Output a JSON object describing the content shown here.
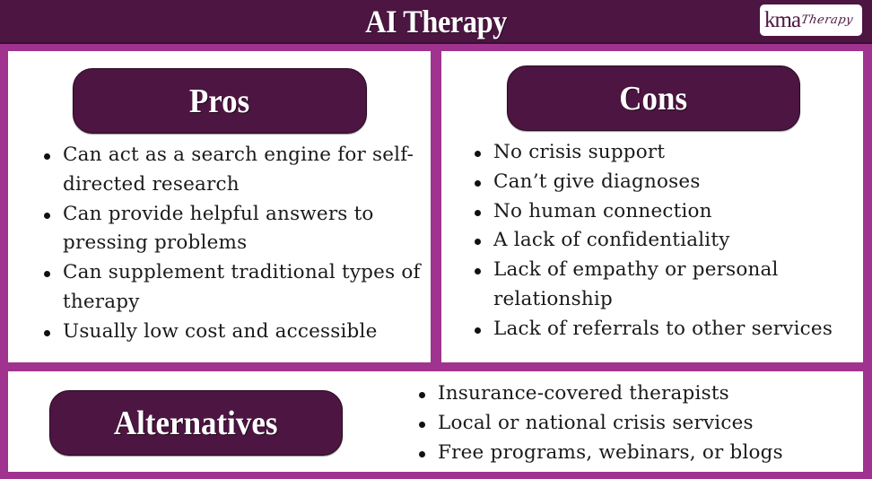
{
  "header": {
    "title": "AI Therapy",
    "logo": {
      "primary": "kma",
      "secondary": "Therapy"
    }
  },
  "colors": {
    "header_bg": "#4d1542",
    "border": "#a0338f",
    "pill_bg": "#4d1542",
    "panel_bg": "#ffffff",
    "text": "#1a1a1a"
  },
  "pros": {
    "heading": "Pros",
    "items": [
      "Can act as a search engine for self-directed research",
      "Can provide helpful answers to pressing problems",
      "Can supplement traditional types of therapy",
      "Usually low cost and accessible"
    ]
  },
  "cons": {
    "heading": "Cons",
    "items": [
      "No crisis support",
      "Can’t give diagnoses",
      "No human connection",
      "A lack of confidentiality",
      "Lack of empathy or personal relationship",
      "Lack of referrals to other services"
    ]
  },
  "alternatives": {
    "heading": "Alternatives",
    "items": [
      "Insurance-covered therapists",
      "Local or national crisis services",
      "Free programs, webinars, or blogs"
    ]
  }
}
